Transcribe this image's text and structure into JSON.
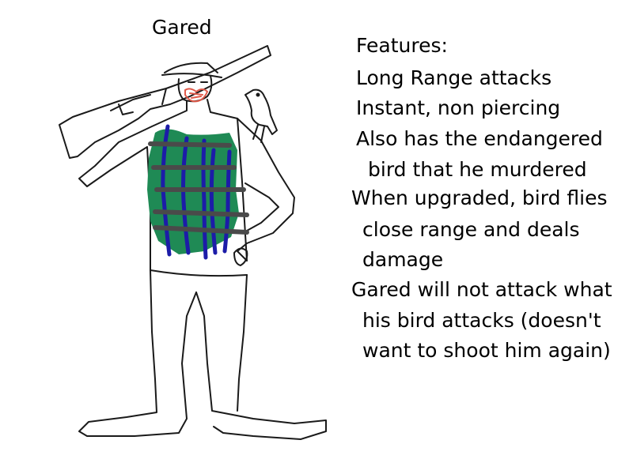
{
  "character": {
    "name": "Gared"
  },
  "features": {
    "heading": "Features:",
    "lines": [
      "Long Range attacks",
      "Instant, non piercing",
      "Also has the endangered",
      "bird that he murdered",
      "When upgraded, bird flies",
      "close range and deals",
      "damage",
      "Gared will not attack what",
      "his bird attacks (doesn't",
      "want to shoot him again)"
    ]
  },
  "colors": {
    "outline": "#1a1a1a",
    "vest_green": "#1f8a55",
    "stripe_blue": "#1c1ca8",
    "strap_gray": "#4a4a4a",
    "beard_red": "#e05a4a"
  }
}
